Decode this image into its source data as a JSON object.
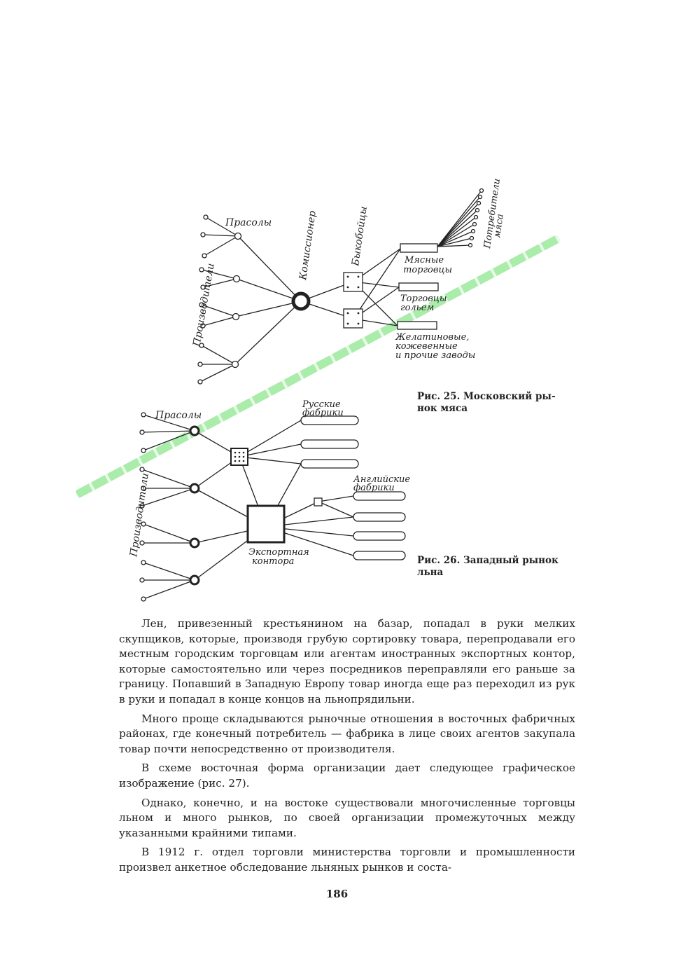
{
  "fig25": {
    "producers": "Производители",
    "prasoly": "Прасолы",
    "commissioner": "Комиссионер",
    "byk": "Быкобойцы",
    "meat1": "Мясные",
    "meat2": "торговцы",
    "giblets1": "Торговцы",
    "giblets2": "гольем",
    "plants1": "Желатиновые,",
    "plants2": "кожевенные",
    "plants3": "и прочие заводы",
    "consumers1": "Потребители",
    "consumers2": "мяса",
    "caption1": "Рис. 25. Московский ры-",
    "caption2": "нок мяса"
  },
  "fig26": {
    "prasoly": "Прасолы",
    "producers": "Производители",
    "russian1": "Русские",
    "russian2": "фабрики",
    "english1": "Английские",
    "english2": "фабрики",
    "export1": "Экспортная",
    "export2": "контора",
    "caption1": "Рис. 26. Западный рынок",
    "caption2": "льна"
  },
  "body": {
    "p1": "Лен, привезенный крестьянином на базар, попадал в руки мелких скупщиков, которые, производя грубую сортировку товара, перепродавали его местным городским торговцам или агентам иностранных экспортных контор, которые самостоятельно или через посредников переправляли его раньше за границу. Попавший в Западную Европу товар иногда еще раз переходил из рук в руки и попадал в конце концов на льнопрядильни.",
    "p2": "Много проще складываются рыночные отношения в восточных фабричных районах, где конечный потребитель — фабрика в лице своих агентов закупала товар почти непосредственно от производителя.",
    "p3": "В схеме восточная форма организации дает следующее графическое изображение (рис. 27).",
    "p4": "Однако, конечно, и на востоке существовали многочисленные торговцы льном и много рынков, по своей организации промежуточных между указанными крайними типами.",
    "p5": "В 1912 г. отдел торговли министерства торговли и промышленности произвел анкетное обследование льняных рынков и соста-"
  },
  "page_number": "186"
}
